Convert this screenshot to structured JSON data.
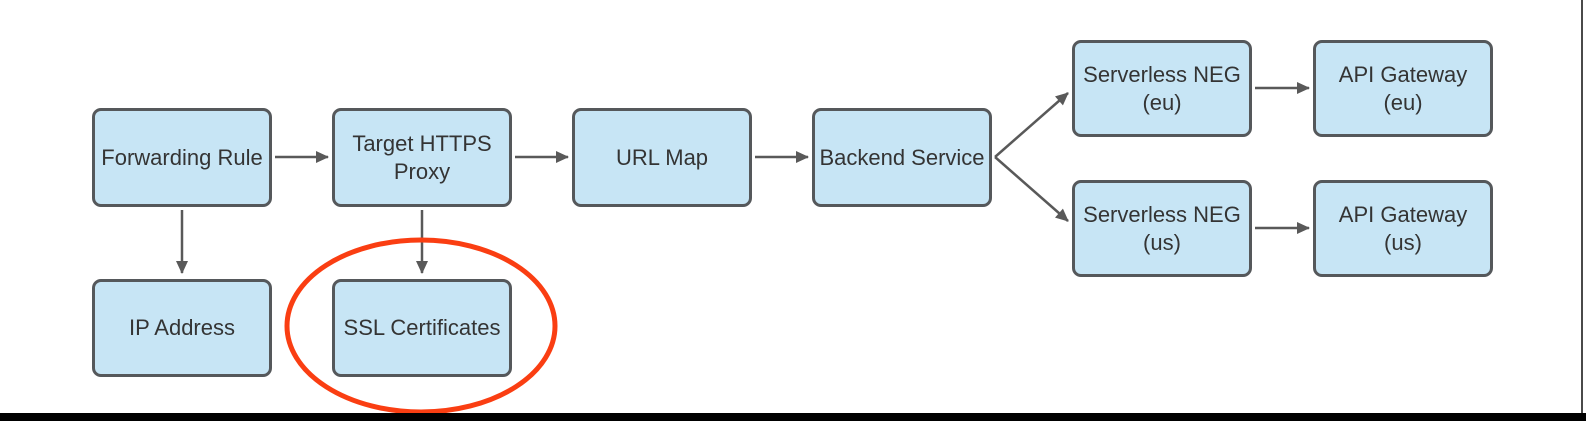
{
  "colors": {
    "node_fill": "#C7E5F5",
    "node_border": "#55585B",
    "node_text": "#343434",
    "arrow": "#595959",
    "highlight_ellipse": "#FA3E12",
    "frame_edge": "#000000"
  },
  "diagram": {
    "nodes": [
      {
        "id": "forwarding-rule",
        "label": "Forwarding Rule",
        "label_lines": [
          "Forwarding Rule"
        ]
      },
      {
        "id": "target-https-proxy",
        "label": "Target HTTPS Proxy",
        "label_lines": [
          "Target HTTPS",
          "Proxy"
        ]
      },
      {
        "id": "url-map",
        "label": "URL Map",
        "label_lines": [
          "URL Map"
        ]
      },
      {
        "id": "backend-service",
        "label": "Backend Service",
        "label_lines": [
          "Backend Service"
        ]
      },
      {
        "id": "serverless-neg-eu",
        "label": "Serverless NEG (eu)",
        "label_lines": [
          "Serverless NEG",
          "(eu)"
        ]
      },
      {
        "id": "api-gateway-eu",
        "label": "API Gateway (eu)",
        "label_lines": [
          "API Gateway",
          "(eu)"
        ]
      },
      {
        "id": "serverless-neg-us",
        "label": "Serverless NEG (us)",
        "label_lines": [
          "Serverless NEG",
          "(us)"
        ]
      },
      {
        "id": "api-gateway-us",
        "label": "API Gateway (us)",
        "label_lines": [
          "API Gateway",
          "(us)"
        ]
      },
      {
        "id": "ip-address",
        "label": "IP Address",
        "label_lines": [
          "IP Address"
        ]
      },
      {
        "id": "ssl-certificates",
        "label": "SSL Certificates",
        "label_lines": [
          "SSL Certificates"
        ]
      }
    ],
    "edges": [
      {
        "from": "forwarding-rule",
        "to": "target-https-proxy"
      },
      {
        "from": "target-https-proxy",
        "to": "url-map"
      },
      {
        "from": "url-map",
        "to": "backend-service"
      },
      {
        "from": "backend-service",
        "to": "serverless-neg-eu"
      },
      {
        "from": "backend-service",
        "to": "serverless-neg-us"
      },
      {
        "from": "serverless-neg-eu",
        "to": "api-gateway-eu"
      },
      {
        "from": "serverless-neg-us",
        "to": "api-gateway-us"
      },
      {
        "from": "forwarding-rule",
        "to": "ip-address"
      },
      {
        "from": "target-https-proxy",
        "to": "ssl-certificates"
      }
    ],
    "annotation": {
      "type": "ellipse-highlight",
      "around": "ssl-certificates"
    }
  }
}
